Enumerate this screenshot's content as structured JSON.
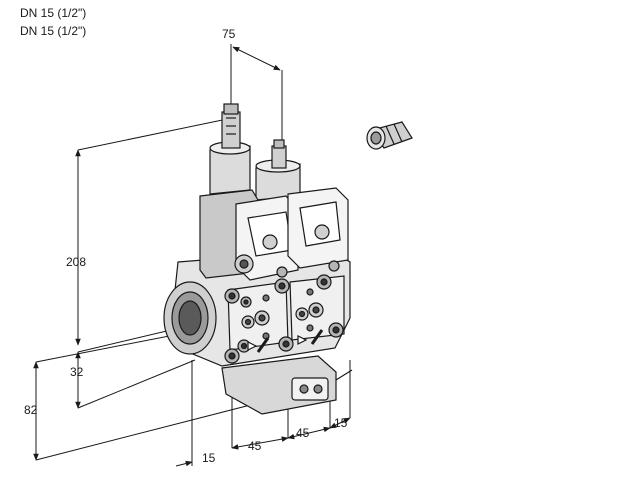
{
  "header": {
    "line1": "DN 15 (1/2\")",
    "line2": "DN 15 (1/2\")"
  },
  "dimensions": {
    "top_width": "75",
    "height_total": "208",
    "height_inlet": "32",
    "height_lower": "82",
    "offset_left": "15",
    "width_a": "45",
    "width_b": "45",
    "offset_right": "15"
  },
  "parts": [
    "valve-body",
    "solenoid-coil-left",
    "solenoid-coil-right",
    "actuator-column-left",
    "actuator-column-right",
    "cable-gland",
    "connector-box"
  ]
}
